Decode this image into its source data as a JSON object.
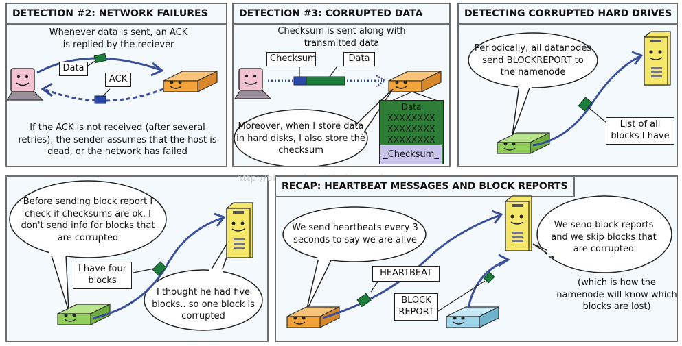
{
  "panels": [
    {
      "title": "DETECTION #2: NETWORK FAILURES",
      "intro": "Whenever data is sent, an ACK is replied by the reciever",
      "data_tag": "Data",
      "ack_tag": "ACK",
      "footer": "If the ACK is not received (after several retries), the sender assumes that the host is dead, or the network has failed"
    },
    {
      "title": "DETECTION #3: CORRUPTED DATA",
      "intro": "Checksum is sent along with transmitted data",
      "checksum_tag": "Checksum",
      "data_tag": "Data",
      "speech": "Moreover, when I store data in hard disks, I also store the checksum",
      "disk_header": "Data",
      "disk_rows": [
        "XXXXXXXX",
        "XXXXXXXX",
        "XXXXXXXX"
      ],
      "disk_checksum": "_Checksum_"
    },
    {
      "title": "DETECTING CORRUPTED HARD DRIVES",
      "speech": "Periodically, all datanodes send BLOCKREPORT to the namenode",
      "tag": "List of all blocks I have"
    },
    {
      "speech_left": "Before sending block report I check if checksums are ok. I don't send info for blocks that are corrupted",
      "tag": "I have four blocks",
      "speech_right": "I thought he had five blocks.. so one block is corrupted"
    },
    {
      "title": "RECAP: HEARTBEAT MESSAGES AND BLOCK REPORTS",
      "speech_left": "We send heartbeats every 3 seconds to say we are alive",
      "heartbeat_tag": "HEARTBEAT",
      "block_report_tag": "BLOCK REPORT",
      "speech_right": "We send block reports and we skip blocks that are corrupted",
      "note": "(which is how the namenode will know which blocks are lost)"
    }
  ],
  "watermark": "http://blog.csdn.net/eric_sunah",
  "colors": {
    "panel_bg": "#f4f9fd",
    "arrow": "#3a4f9a",
    "packet_green": "#1e7d3c",
    "packet_blue": "#2b4aa8",
    "datanode_orange": "#f2a43a",
    "datanode_green": "#8fcf5a",
    "datanode_blue": "#9fd6ea",
    "namenode_yellow": "#f4e76a",
    "laptop_pink": "#f3c3d3",
    "disk_green": "#2e7d36",
    "disk_lavender": "#c9c3ec"
  }
}
